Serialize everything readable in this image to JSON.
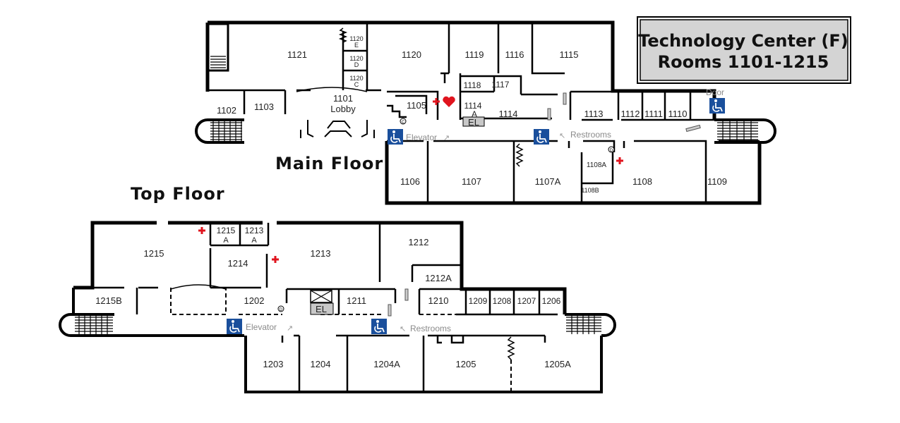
{
  "title_box": {
    "line1": "Technology Center (F)",
    "line2": "Rooms 1101-1215"
  },
  "floors": {
    "main": "Main Floor",
    "top": "Top Floor"
  },
  "labels": {
    "elevator": "Elevator",
    "restrooms": "Restrooms",
    "door": "Door",
    "el": "EL",
    "lobby": "Lobby"
  },
  "main_rooms": {
    "r1121": "1121",
    "r1120": "1120",
    "r1120e": "1120",
    "r1120e_s": "E",
    "r1120d": "1120",
    "r1120d_s": "D",
    "r1120c": "1120",
    "r1120c_s": "C",
    "r1119": "1119",
    "r1116": "1116",
    "r1115": "1115",
    "r1118": "1118",
    "r1117": "1117",
    "r1101": "1101",
    "r1102": "1102",
    "r1103": "1103",
    "r1105": "1105",
    "r1114a": "1114",
    "r1114a_s": "A",
    "r1114": "1114",
    "r1113": "1113",
    "r1112": "1112",
    "r1111": "1111",
    "r1110": "1110",
    "r1106": "1106",
    "r1107": "1107",
    "r1107a": "1107A",
    "r1108a": "1108A",
    "r1108b": "1108B",
    "r1108": "1108",
    "r1109": "1109"
  },
  "top_rooms": {
    "r1215": "1215",
    "r1215a": "1215",
    "r1215a_s": "A",
    "r1213a": "1213",
    "r1213a_s": "A",
    "r1213": "1213",
    "r1212": "1212",
    "r1214": "1214",
    "r1212a": "1212A",
    "r1215b": "1215B",
    "r1202": "1202",
    "r1211": "1211",
    "r1210": "1210",
    "r1209": "1209",
    "r1208": "1208",
    "r1207": "1207",
    "r1206": "1206",
    "r1203": "1203",
    "r1204": "1204",
    "r1204a": "1204A",
    "r1205": "1205",
    "r1205a": "1205A"
  },
  "symbols": {
    "copy_letter": "C",
    "drink_letter": "D"
  },
  "colors": {
    "access_blue": "#1a4f9c",
    "aid_red": "#e0141e",
    "title_bg": "#d4d4d4"
  }
}
